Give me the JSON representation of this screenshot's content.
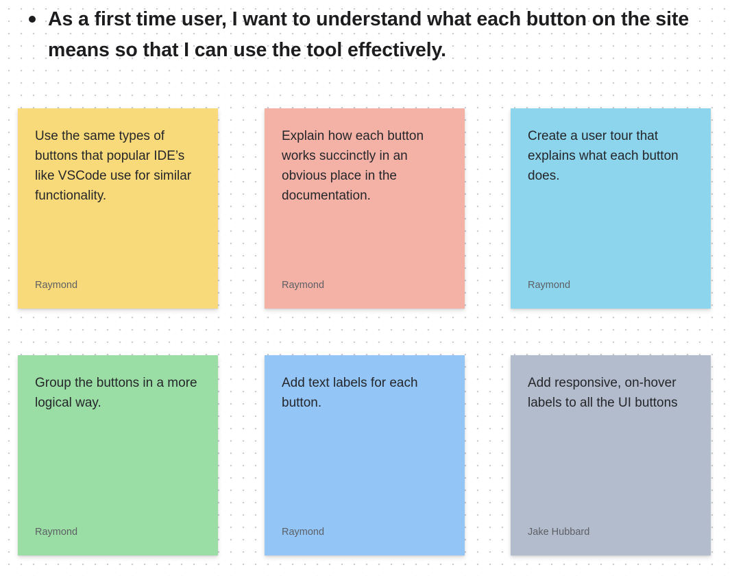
{
  "heading": {
    "text": "As a first time user, I want to understand what each button on the site means so that I can use the tool effectively."
  },
  "notes": [
    {
      "text": "Use the same types of buttons that popular IDE’s like VSCode use for similar functionality.",
      "author": "Raymond",
      "color": "#f9da7a"
    },
    {
      "text": "Explain how each button works succinctly in an obvious place in the documentation.",
      "author": "Raymond",
      "color": "#f4b2a7"
    },
    {
      "text": "Create a user tour that explains what each button does.",
      "author": "Raymond",
      "color": "#8dd4ed"
    },
    {
      "text": "Group the buttons in a more logical way.",
      "author": "Raymond",
      "color": "#9bdea5"
    },
    {
      "text": "Add text labels for each button.",
      "author": "Raymond",
      "color": "#93c6f7"
    },
    {
      "text": "Add responsive, on-hover labels to all the UI buttons",
      "author": "Jake Hubbard",
      "color": "#b3bccd"
    }
  ]
}
